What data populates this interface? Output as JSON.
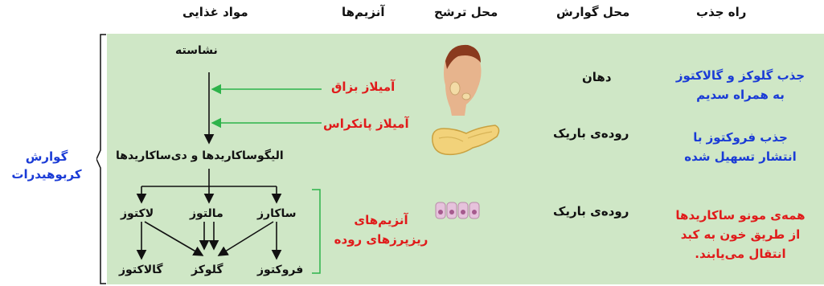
{
  "headers": {
    "absorption": "راه جذب",
    "digestion_site": "محل گوارش",
    "secretion_site": "محل ترشح",
    "enzymes": "آنزیم‌ها",
    "nutrients": "مواد غذایی"
  },
  "side_label": [
    "گوارش",
    "کربوهیدرات"
  ],
  "nutrients": {
    "starch": "نشاسته",
    "oligo": "الیگوساکاریدها و دی‌ساکاریدها",
    "sucrose": "ساکارز",
    "maltose": "مالتوز",
    "lactose": "لاکتوز",
    "fructose": "فروکتوز",
    "glucose": "گلوکز",
    "galactose": "گالاکتوز"
  },
  "enzymes": {
    "salivary": "آمیلاز بزاق",
    "pancreatic": "آمیلاز پانکراس",
    "brush_border": [
      "آنزیم‌های",
      "ریزپرزهای روده"
    ]
  },
  "digestion_sites": {
    "mouth": "دهان",
    "small_intestine_1": "روده‌ی باریک",
    "small_intestine_2": "روده‌ی باریک"
  },
  "absorption": {
    "row1": [
      "جذب گلوکز و گالاکتوز",
      "به همراه سدیم"
    ],
    "row2": [
      "جذب فروکتوز با",
      "انتشار تسهیل شده"
    ],
    "row3": [
      "همه‌ی مونو ساکاریدها",
      "از طریق خون به کبد",
      "انتقال می‌یابند."
    ]
  },
  "colors": {
    "panel": "#cfe7c6",
    "enzyme_red": "#e01b1b",
    "absorb_blue": "#1a3bd6",
    "arrow_green": "#2db34a"
  }
}
